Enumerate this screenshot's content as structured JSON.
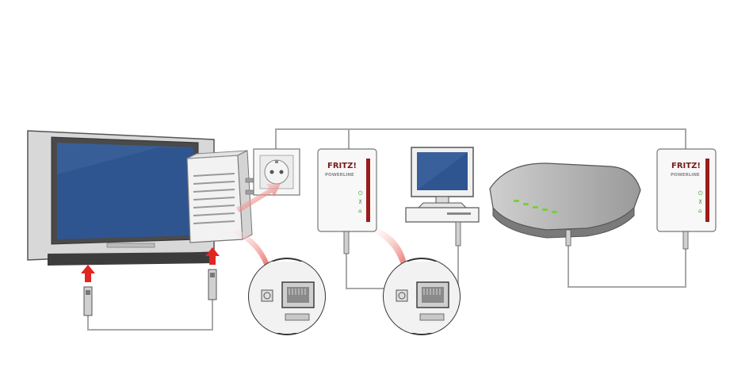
{
  "devices": {
    "adapter_1": {
      "brand": "FRITZ!",
      "line": "POWERLINE"
    },
    "adapter_2": {
      "brand": "FRITZ!",
      "line": "POWERLINE"
    }
  },
  "colors": {
    "cable": "#a8a8a8",
    "arrow_red": "#e0261f",
    "led_green": "#7ccd3c",
    "screen_blue": "#2f5590",
    "accent_darkred": "#9c1b1b"
  },
  "icons": [
    "power-icon",
    "network-icon",
    "home-icon",
    "pointer-arrow-icon"
  ]
}
